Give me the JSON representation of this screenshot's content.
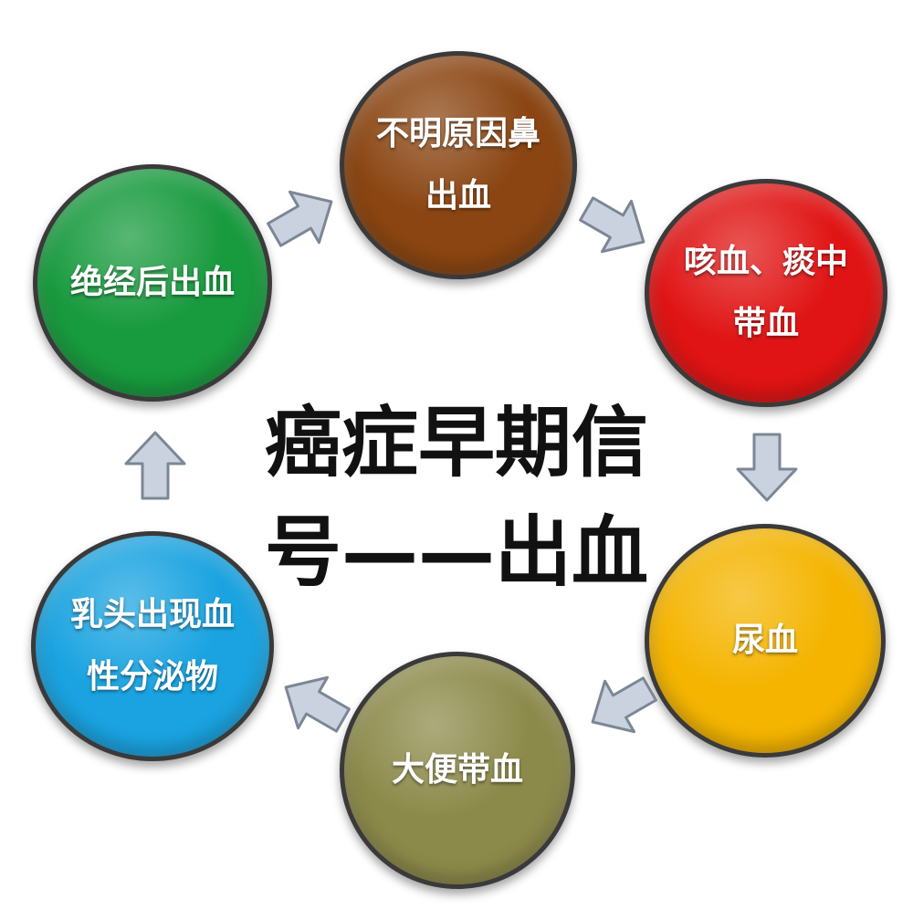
{
  "title": "癌症早期信号——出血",
  "nodes": [
    {
      "id": "top",
      "label": "不明原因鼻出血",
      "color": "#8a4512"
    },
    {
      "id": "right_upper",
      "label": "咳血、痰中带血",
      "color": "#e01414"
    },
    {
      "id": "right_lower",
      "label": "尿血",
      "color": "#f4b400"
    },
    {
      "id": "bottom",
      "label": "大便带血",
      "color": "#8c8a4a"
    },
    {
      "id": "left_lower",
      "label": "乳头出现血性分泌物",
      "color": "#1aa3e0"
    },
    {
      "id": "left_upper",
      "label": "绝经后出血",
      "color": "#189a3e"
    }
  ],
  "arrow_color": "#c9d2de"
}
